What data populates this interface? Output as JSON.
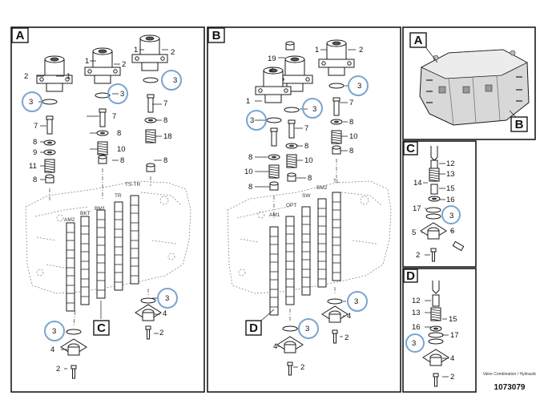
{
  "panels": [
    {
      "tag": "A"
    },
    {
      "tag": "B"
    },
    {
      "tag": "A"
    },
    {
      "tag": "C"
    },
    {
      "tag": "D"
    }
  ],
  "view_callouts": {
    "c": "C",
    "d": "D",
    "overview_b": "B"
  },
  "part_numbers": {
    "p1": "1",
    "p2": "2",
    "p3": "3",
    "p4": "4",
    "p5": "5",
    "p6": "6",
    "p7": "7",
    "p8": "8",
    "p9": "9",
    "p10": "10",
    "p11": "11",
    "p12": "12",
    "p13": "13",
    "p14": "14",
    "p15": "15",
    "p16": "16",
    "p17": "17",
    "p18": "18",
    "p19": "19"
  },
  "spool_labels": [
    "AM2",
    "BKT",
    "BM1",
    "TR",
    "TS-TR",
    "AM1",
    "OPT",
    "SW",
    "BM2",
    "TL"
  ],
  "footer": {
    "caption": "Valve Combination / Hydraulic",
    "ref_number": "1073079"
  },
  "colors": {
    "seal_highlight": "#7aa5cf",
    "line": "#1a1a1a"
  }
}
